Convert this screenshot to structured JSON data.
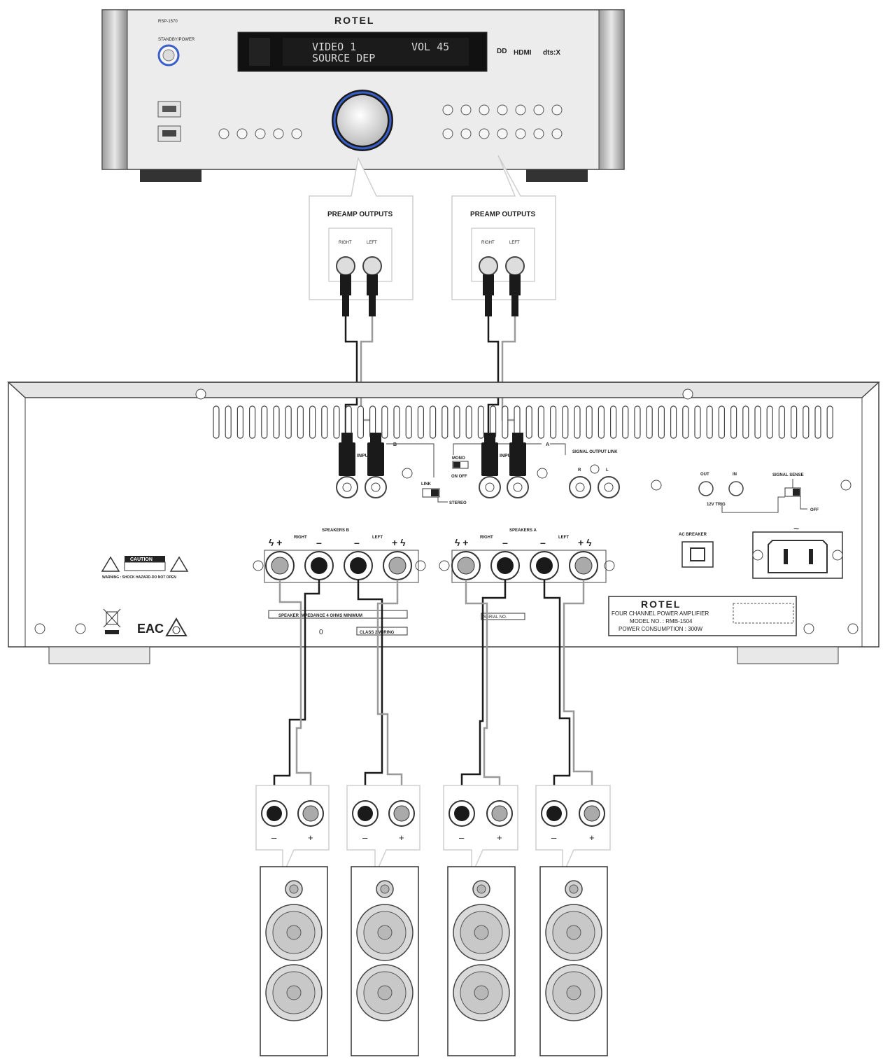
{
  "preamp": {
    "brand": "ROTEL",
    "model": "RSP-1570",
    "standby_label": "STANDBY/POWER",
    "display": {
      "line1": "VIDEO 1",
      "vol": "VOL  45",
      "line2": "SOURCE DEP"
    },
    "badges": {
      "dolby": "DD",
      "hdmi": "HDMI",
      "dts": "dts:X"
    }
  },
  "callouts": [
    {
      "title": "PREAMP OUTPUTS",
      "right": "RIGHT",
      "left": "LEFT"
    },
    {
      "title": "PREAMP OUTPUTS",
      "right": "RIGHT",
      "left": "LEFT"
    }
  ],
  "amp": {
    "brand": "ROTEL",
    "plate_line1": "FOUR CHANNEL POWER AMPLIFIER",
    "plate_line2": "MODEL NO. : RMB-1504",
    "plate_line3": "POWER CONSUMPTION : 300W",
    "input_label": "INPUT",
    "b_label": "B",
    "a_label": "A",
    "mono_label": "MONO",
    "on_off_label": "ON OFF",
    "link_label": "LINK",
    "stereo_label": "STEREO",
    "signal_output_link": "SIGNAL OUTPUT LINK",
    "r_label": "R",
    "l_label": "L",
    "out_label": "OUT",
    "in_label": "IN",
    "trig_label": "12V TRIG",
    "signal_sense": "SIGNAL SENSE",
    "off_label": "OFF",
    "ac_breaker": "AC BREAKER",
    "speakers_b": "SPEAKERS B",
    "speakers_a": "SPEAKERS A",
    "right_label": "RIGHT",
    "left_label": "LEFT",
    "impedance": "SPEAKER IMPEDANCE 4 OHMS MINIMUM",
    "class2": "CLASS 2 WIRING",
    "serial": "SERIAL NO.",
    "caution": "CAUTION",
    "warning": "WARNING : SHOCK HAZARD-DO NOT OPEN",
    "eac": "EAC"
  },
  "speaker_terminals": [
    {
      "minus": "–",
      "plus": "+"
    },
    {
      "minus": "–",
      "plus": "+"
    },
    {
      "minus": "–",
      "plus": "+"
    },
    {
      "minus": "–",
      "plus": "+"
    }
  ],
  "colors": {
    "panel": "#eeeeee",
    "outline": "#333333",
    "cable": "#1a1a1a",
    "cable_light": "#9a9a9a",
    "knob_ring": "#3a5fc8"
  }
}
